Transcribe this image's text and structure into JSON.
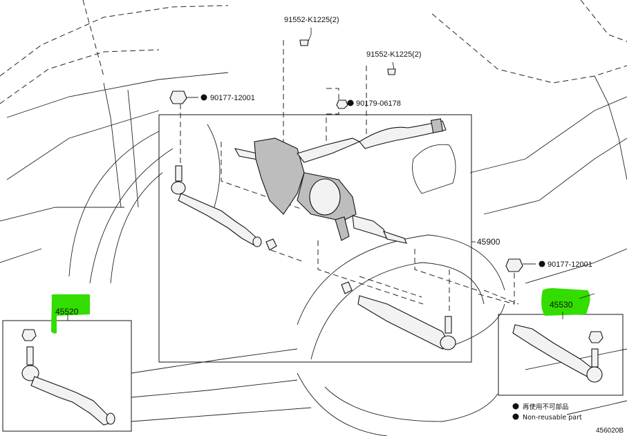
{
  "labels": {
    "bolt_top": "91552-K1225(2)",
    "bolt_right": "91552-K1225(2)",
    "nut_left": "90177-12001",
    "nut_mid": "90179-06178",
    "nut_right": "90177-12001",
    "rack_assembly": "45900",
    "tie_rod_end_lh": "45520",
    "tie_rod_end_rh": "45530"
  },
  "legend": {
    "line_jp": "再使用不可部品",
    "line_en": "Non-reusable part"
  },
  "figure_code": "456020B",
  "colors": {
    "highlight": "#33dd00"
  }
}
